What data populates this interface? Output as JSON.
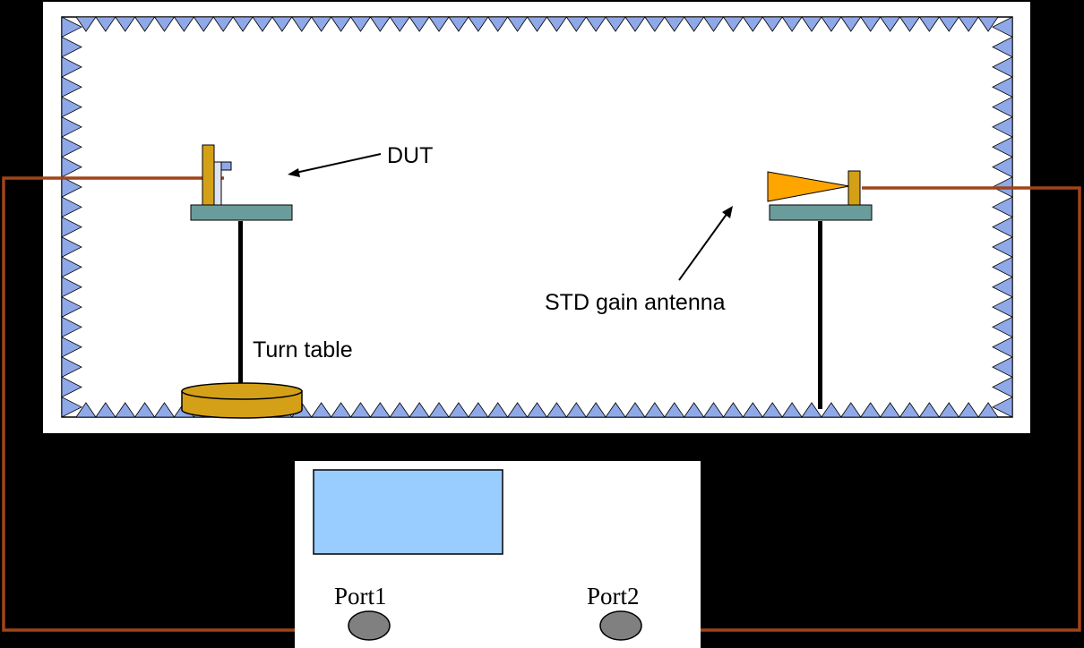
{
  "labels": {
    "dut": "DUT",
    "std_antenna": "STD gain antenna",
    "turn_table": "Turn table",
    "port1": "Port1",
    "port2": "Port2"
  },
  "colors": {
    "background": "#000000",
    "chamber_fill": "#ffffff",
    "absorber": "#8fa8e8",
    "cable": "#a0441a",
    "platform": "#6b9c9c",
    "turntable": "#d4a017",
    "horn": "#ffa500",
    "screen": "#99ccff",
    "port": "#808080"
  }
}
